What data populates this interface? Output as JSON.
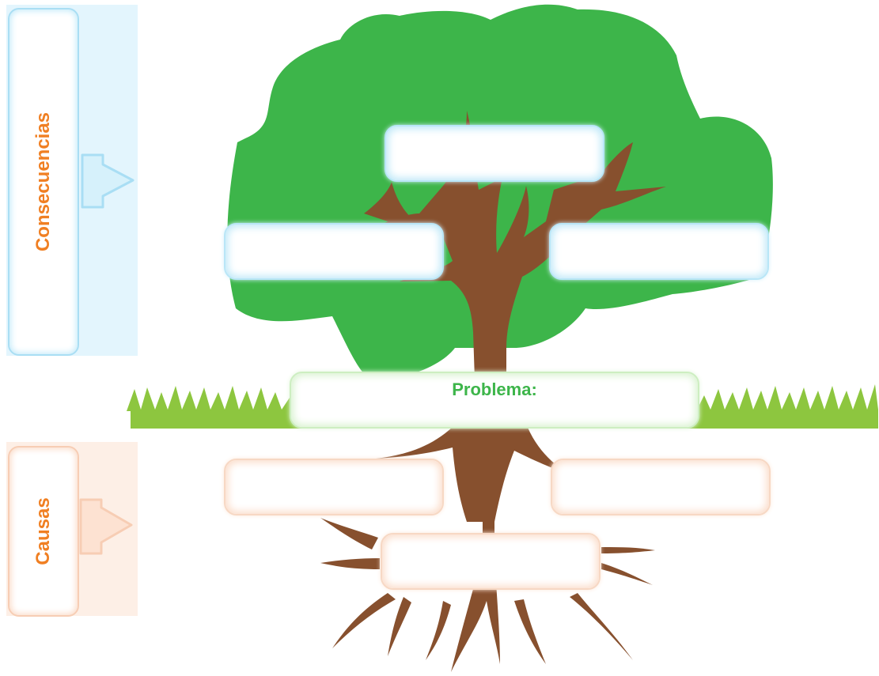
{
  "sidebar": {
    "consequences_label": "Consecuencias",
    "causes_label": "Causas"
  },
  "tree": {
    "problem_label": "Problema:"
  },
  "colors": {
    "foliage": "#3db54a",
    "foliage_light": "#46bb52",
    "trunk": "#87502e",
    "grass": "#8dc63f",
    "consequences_accent": "#f07f22",
    "causes_accent": "#f07f22",
    "problem_text": "#3db54a",
    "consequences_panel": "#e3f5fd",
    "causes_panel": "#fdefe6"
  },
  "icons": {
    "consequences_arrow": "arrow-right-icon",
    "causes_arrow": "arrow-right-icon"
  }
}
